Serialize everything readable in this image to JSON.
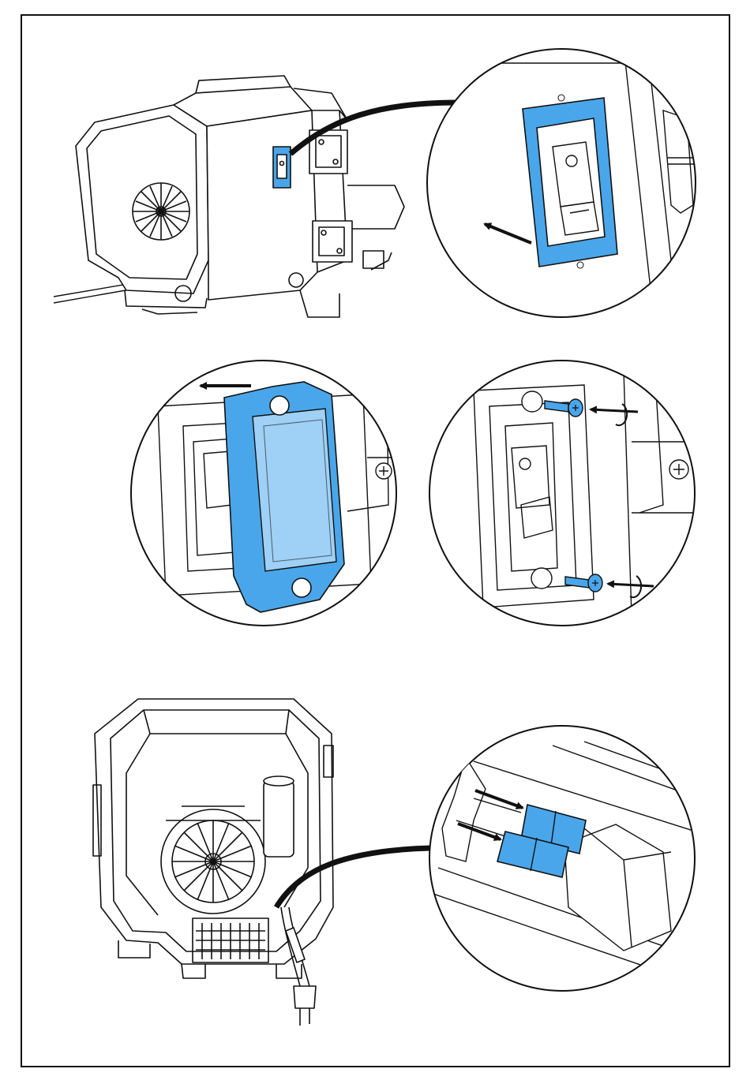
{
  "diagram": {
    "accent_color": "#4aa6ea",
    "accent_light": "#9fd0f5",
    "line_color": "#111111",
    "panels": [
      {
        "id": "step-1",
        "parts": [
          "appliance-side-view",
          "rocker-switch-in-frame"
        ],
        "arrows": [
          "pull-left-arrow"
        ]
      },
      {
        "id": "step-2",
        "parts": [
          "switch-cover-frame"
        ],
        "arrows": [
          "slide-left-arrow"
        ]
      },
      {
        "id": "step-3",
        "parts": [
          "frame-screw-top",
          "frame-screw-bottom"
        ],
        "arrows": [
          "unscrew-arrow-top",
          "unscrew-arrow-bottom"
        ]
      },
      {
        "id": "step-4",
        "parts": [
          "appliance-bottom-view",
          "wire-connectors"
        ],
        "arrows": [
          "connector-arrow-top",
          "connector-arrow-bottom"
        ]
      }
    ],
    "icons": [
      "rotate-ccw-icon",
      "phillips-screw-icon",
      "fan-impeller-icon",
      "power-plug-icon"
    ]
  }
}
